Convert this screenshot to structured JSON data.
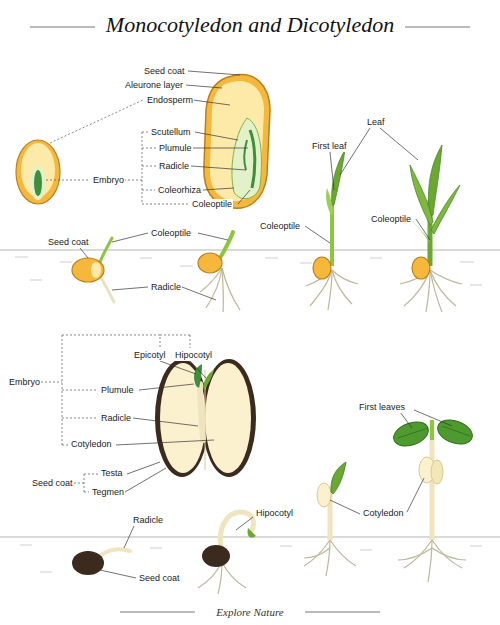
{
  "diagram": {
    "title": "Monocotyledon and Dicotyledon",
    "caption": "Explore Nature",
    "labels": [
      "Seed coat",
      "Aleurone layer",
      "Endosperm",
      "Scutellum",
      "Plumule",
      "Radicle",
      "Embryo",
      "Coleorhiza",
      "Coleoptile",
      "Leaf",
      "First leaf",
      "Seed coat",
      "Coleoptile",
      "Coleoptile",
      "Coleoptile",
      "Radicle",
      "Epicotyl",
      "Hipocotyl",
      "Embryo",
      "Plumule",
      "Radicle",
      "First leaves",
      "Cotyledon",
      "Testa",
      "Seed coat",
      "Tegmen",
      "Hipocotyl",
      "Cotyledon",
      "Radicle",
      "Seed coat"
    ]
  }
}
